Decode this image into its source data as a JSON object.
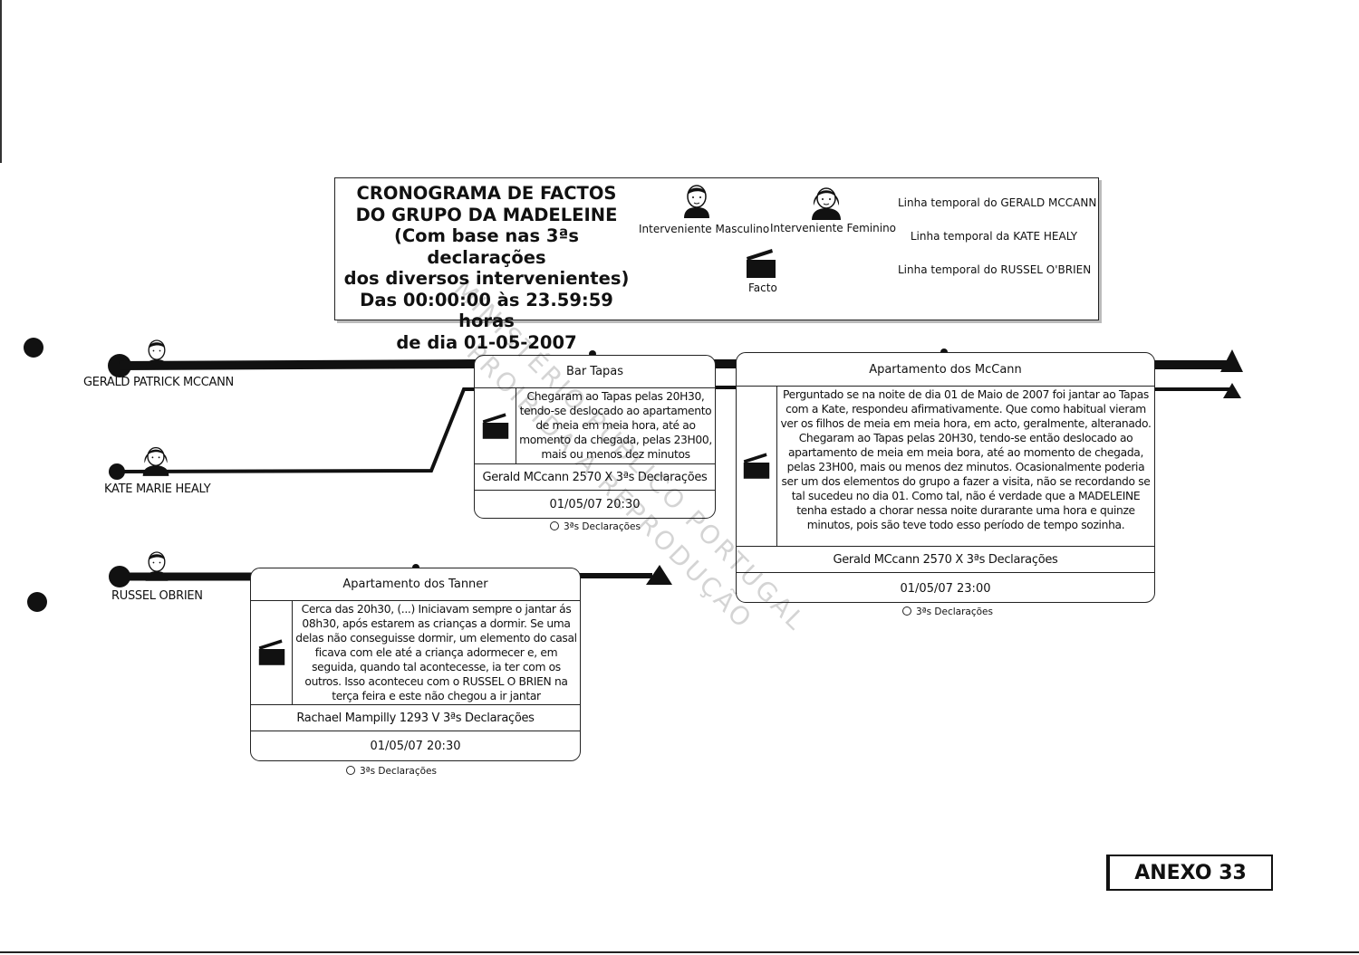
{
  "legend": {
    "title_lines": [
      "CRONOGRAMA DE FACTOS",
      "DO GRUPO DA MADELEINE",
      "(Com base nas 3ªs declarações",
      "dos diversos intervenientes)",
      "Das 00:00:00 às 23.59:59 horas",
      "de dia 01-05-2007"
    ],
    "male_label": "Interveniente Masculino",
    "female_label": "Interveniente Feminino",
    "fact_label": "Facto",
    "timelines": [
      {
        "label": "Linha temporal do GERALD MCCANN"
      },
      {
        "label": "Linha temporal da KATE HEALY"
      },
      {
        "label": "Linha temporal do RUSSEL O'BRIEN"
      }
    ]
  },
  "persons": [
    {
      "name": "GERALD PATRICK MCCANN",
      "icon": "male-person-icon"
    },
    {
      "name": "KATE MARIE HEALY",
      "icon": "female-person-icon"
    },
    {
      "name": "RUSSEL OBRIEN",
      "icon": "male-person-icon"
    }
  ],
  "facts": [
    {
      "title": "Bar Tapas",
      "text": "Chegaram ao Tapas pelas 20H30, tendo-se deslocado ao apartamento de meia em meia hora, até ao momento da chegada, pelas 23H00, mais ou menos dez minutos",
      "source": "Gerald MCcann 2570 X 3ªs Declarações",
      "datetime": "01/05/07 20:30",
      "caption": "3ªs Declarações"
    },
    {
      "title": "Apartamento dos McCann",
      "text": "Perguntado se na noite de dia 01 de Maio de 2007 foi jantar ao Tapas com a Kate, respondeu afirmativamente. Que como habitual vieram ver os filhos de meia em meia hora, em acto, geralmente, alteranado. Chegaram ao Tapas pelas 20H30, tendo-se então deslocado ao apartamento de meia em meia bora, até ao momento de chegada, pelas 23H00, mais ou menos dez minutos. Ocasionalmente poderia ser um dos elementos do grupo a fazer a visita, não se recordando se tal sucedeu no dia 01. Como tal, não é verdade que a MADELEINE tenha estado a chorar nessa noite durarante uma hora e quinze minutos, pois são teve todo esso período de tempo sozinha.",
      "source": "Gerald MCcann 2570 X 3ªs Declarações",
      "datetime": "01/05/07 23:00",
      "caption": "3ªs Declarações"
    },
    {
      "title": "Apartamento dos Tanner",
      "text": "Cerca das 20h30, (...) Iniciavam sempre o jantar ás 08h30, após estarem as crianças a dormir. Se uma delas não conseguisse dormir, um elemento do casal ficava com ele até a criança adormecer e, em seguida, quando tal acontecesse, ia ter com os outros. Isso aconteceu com o RUSSEL O BRIEN na terça feira e este não chegou a ir jantar",
      "source": "Rachael Mampilly 1293 V 3ªs Declarações",
      "datetime": "01/05/07 20:30",
      "caption": "3ªs Declarações"
    }
  ],
  "watermark": [
    "MINISTÉRIO PÚBLICO PORTUGAL",
    "PROIBIDA A REPRODUÇÃO"
  ],
  "annex": "ANEXO 33"
}
